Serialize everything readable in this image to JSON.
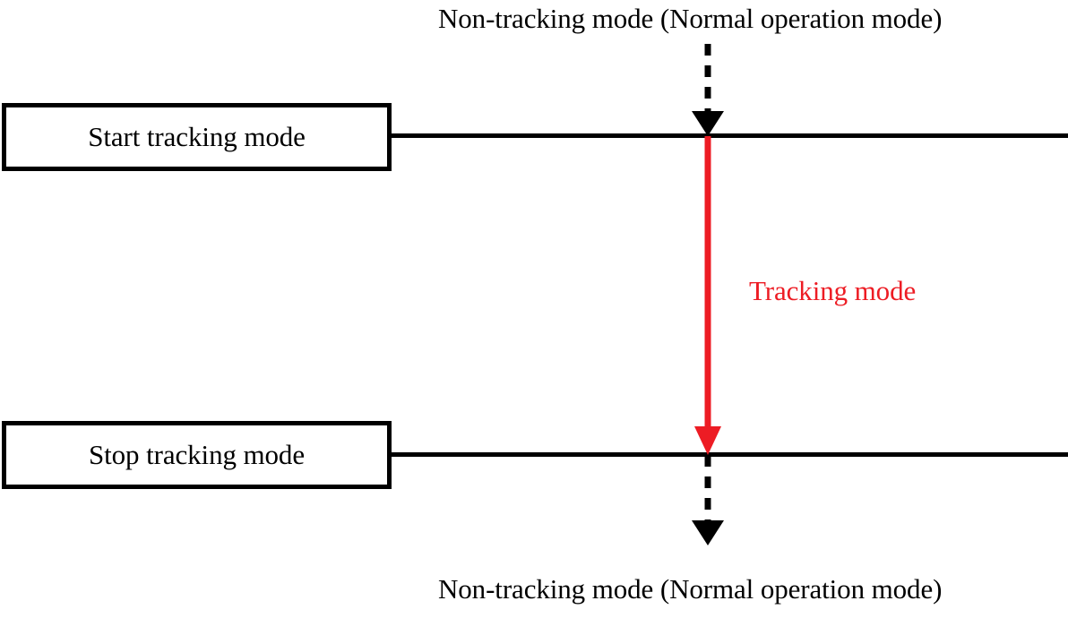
{
  "diagram": {
    "title_top": "Non-tracking mode (Normal operation mode)",
    "title_bottom": "Non-tracking mode (Normal operation mode)",
    "boxes": [
      {
        "id": "start",
        "label": "Start tracking mode"
      },
      {
        "id": "stop",
        "label": "Stop tracking mode"
      }
    ],
    "phase_label": "Tracking mode",
    "colors": {
      "line": "#000000",
      "tracking": "#ed1c24",
      "background": "#ffffff"
    },
    "icons": {
      "entry_arrow": "dashed-down-arrow-icon",
      "tracking_arrow": "red-down-arrow-icon",
      "exit_arrow": "dashed-down-arrow-icon"
    }
  }
}
